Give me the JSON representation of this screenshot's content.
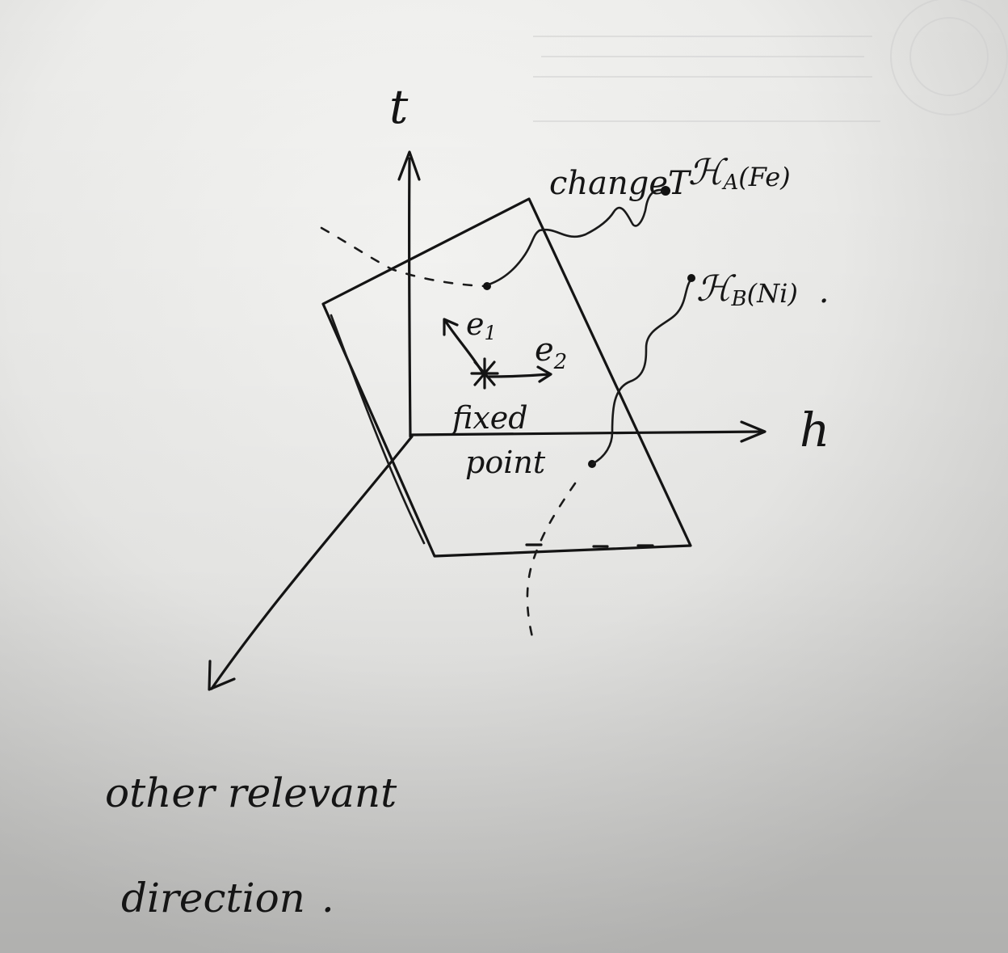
{
  "diagram": {
    "axis_t_label": "t",
    "axis_h_label": "h",
    "basis_e1": "e",
    "basis_e1_sub": "1",
    "basis_e2": "e",
    "basis_e2_sub": "2",
    "fixed_point_line1": "fixed",
    "fixed_point_line2": "point",
    "changeT_label": "changeT",
    "hA_label": "ℋ",
    "hA_sub": "A",
    "hA_suffix": "(Fe)",
    "hB_label": "ℋ",
    "hB_sub": "B",
    "hB_suffix": "(Ni)",
    "hB_trailing": ".",
    "other_line1": "other relevant",
    "other_line2": "direction",
    "other_trailing": "."
  }
}
